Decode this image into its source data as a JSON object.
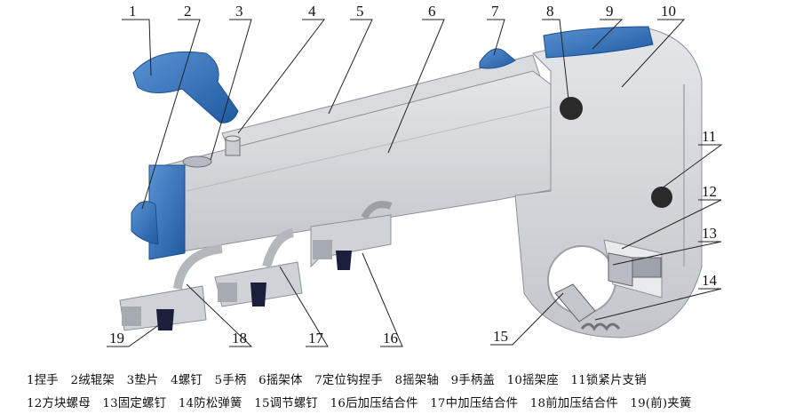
{
  "callouts": [
    {
      "n": "1"
    },
    {
      "n": "2"
    },
    {
      "n": "3"
    },
    {
      "n": "4"
    },
    {
      "n": "5"
    },
    {
      "n": "6"
    },
    {
      "n": "7"
    },
    {
      "n": "8"
    },
    {
      "n": "9"
    },
    {
      "n": "10"
    },
    {
      "n": "11"
    },
    {
      "n": "12"
    },
    {
      "n": "13"
    },
    {
      "n": "14"
    },
    {
      "n": "15"
    },
    {
      "n": "16"
    },
    {
      "n": "17"
    },
    {
      "n": "18"
    },
    {
      "n": "19"
    }
  ],
  "legend": {
    "row1": [
      "1捏手",
      "2绒辊架",
      "3垫片",
      "4螺钉",
      "5手柄",
      "6摇架体",
      "7定位钩捏手",
      "8摇架轴",
      "9手柄盖",
      "10摇架座",
      "11锁紧片支销"
    ],
    "row2": [
      "12方块螺母",
      "13固定螺钉",
      "14防松弹簧",
      "15调节螺钉",
      "16后加压结合件",
      "17中加压结合件",
      "18前加压结合件",
      "19(前)夹簧"
    ]
  },
  "colors": {
    "body_gray": "#d4d6da",
    "body_dark": "#a9adb3",
    "accent_blue": "#2f6fb8",
    "pin_black": "#2a2a2a"
  }
}
